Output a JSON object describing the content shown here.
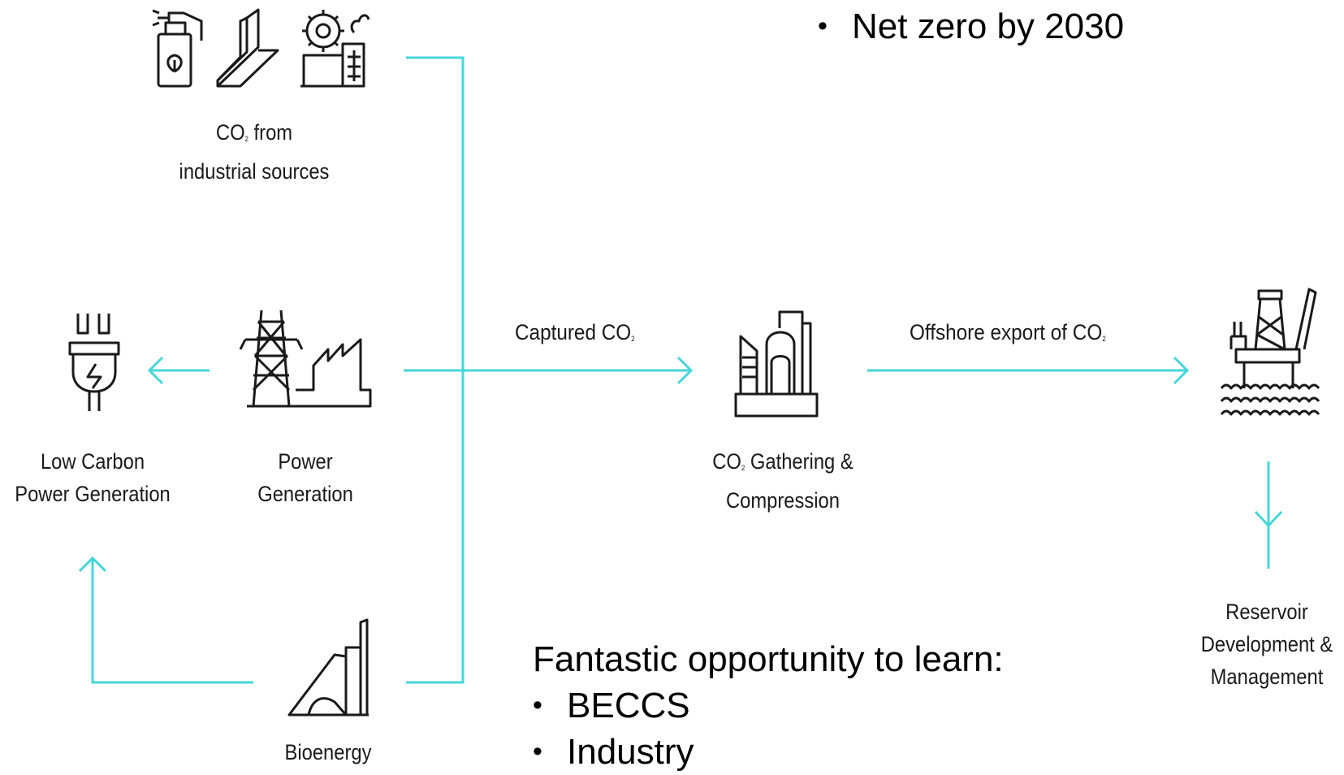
{
  "colors": {
    "flow_line": "#45d6d8",
    "icon_stroke": "#1a1a1a"
  },
  "top_bullets": [
    "Net zero by 2030"
  ],
  "industrial": {
    "line1_pre": "CO",
    "line1_sub": "2",
    "line1_post": " from",
    "line2": "industrial sources"
  },
  "low_carbon": {
    "line1": "Low Carbon",
    "line2": "Power Generation"
  },
  "power_gen": {
    "line1": "Power",
    "line2": "Generation"
  },
  "gathering": {
    "line1_pre": "CO",
    "line1_sub": "2",
    "line1_post": " Gathering &",
    "line2": "Compression"
  },
  "reservoir": {
    "line1": "Reservoir",
    "line2": "Development &",
    "line3": "Management"
  },
  "bioenergy": {
    "line1": "Bioenergy"
  },
  "captured": {
    "pre": "Captured CO",
    "sub": "2"
  },
  "offshore": {
    "pre": "Offshore export of CO",
    "sub": "2"
  },
  "opportunity": {
    "heading": "Fantastic opportunity to learn:",
    "bullets": [
      "BECCS",
      "Industry"
    ]
  },
  "icons": [
    "spray-bottle-icon",
    "steel-beam-icon",
    "factory-gear-icon",
    "power-plug-icon",
    "pylon-factory-icon",
    "gas-plant-icon",
    "offshore-rig-icon",
    "bioenergy-icon"
  ]
}
